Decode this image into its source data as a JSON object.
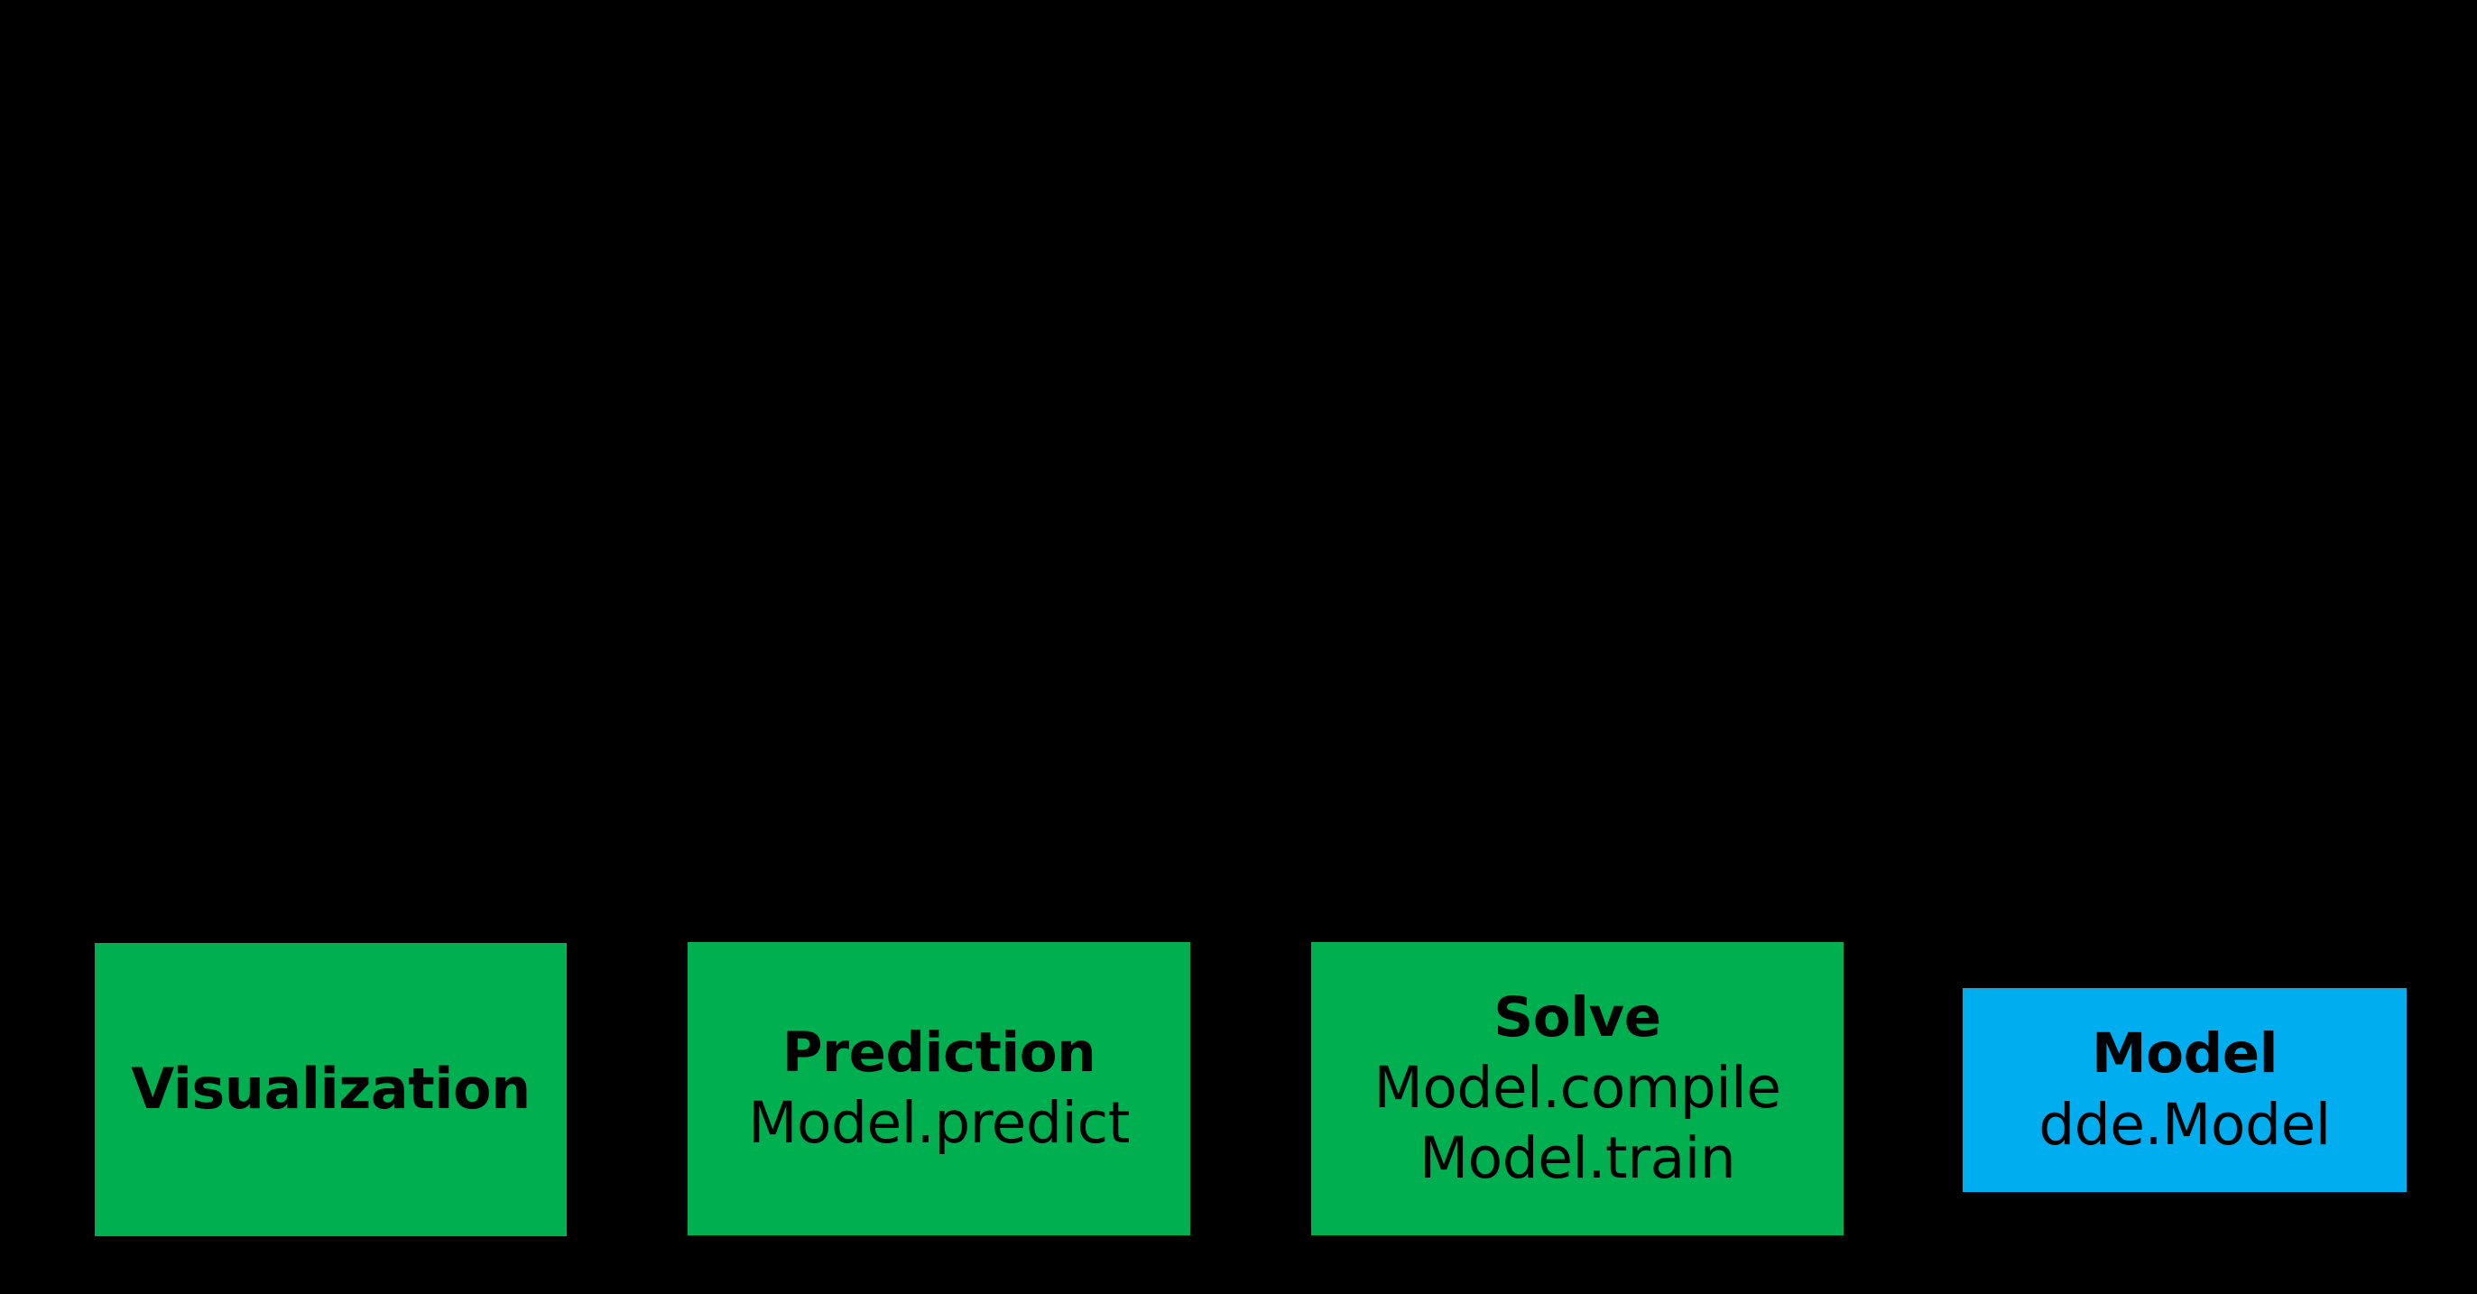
{
  "diagram": {
    "background_color": "#000000",
    "text_color": "#000000",
    "nodes": [
      {
        "id": "visualization",
        "title": "Visualization",
        "apis": [],
        "fill_color": "#00B050"
      },
      {
        "id": "prediction",
        "title": "Prediction",
        "apis": [
          "Model.predict"
        ],
        "fill_color": "#00B050"
      },
      {
        "id": "solve",
        "title": "Solve",
        "apis": [
          "Model.compile",
          "Model.train"
        ],
        "fill_color": "#00B050"
      },
      {
        "id": "model",
        "title": "Model",
        "apis": [
          "dde.Model"
        ],
        "fill_color": "#00ADEE"
      }
    ]
  }
}
